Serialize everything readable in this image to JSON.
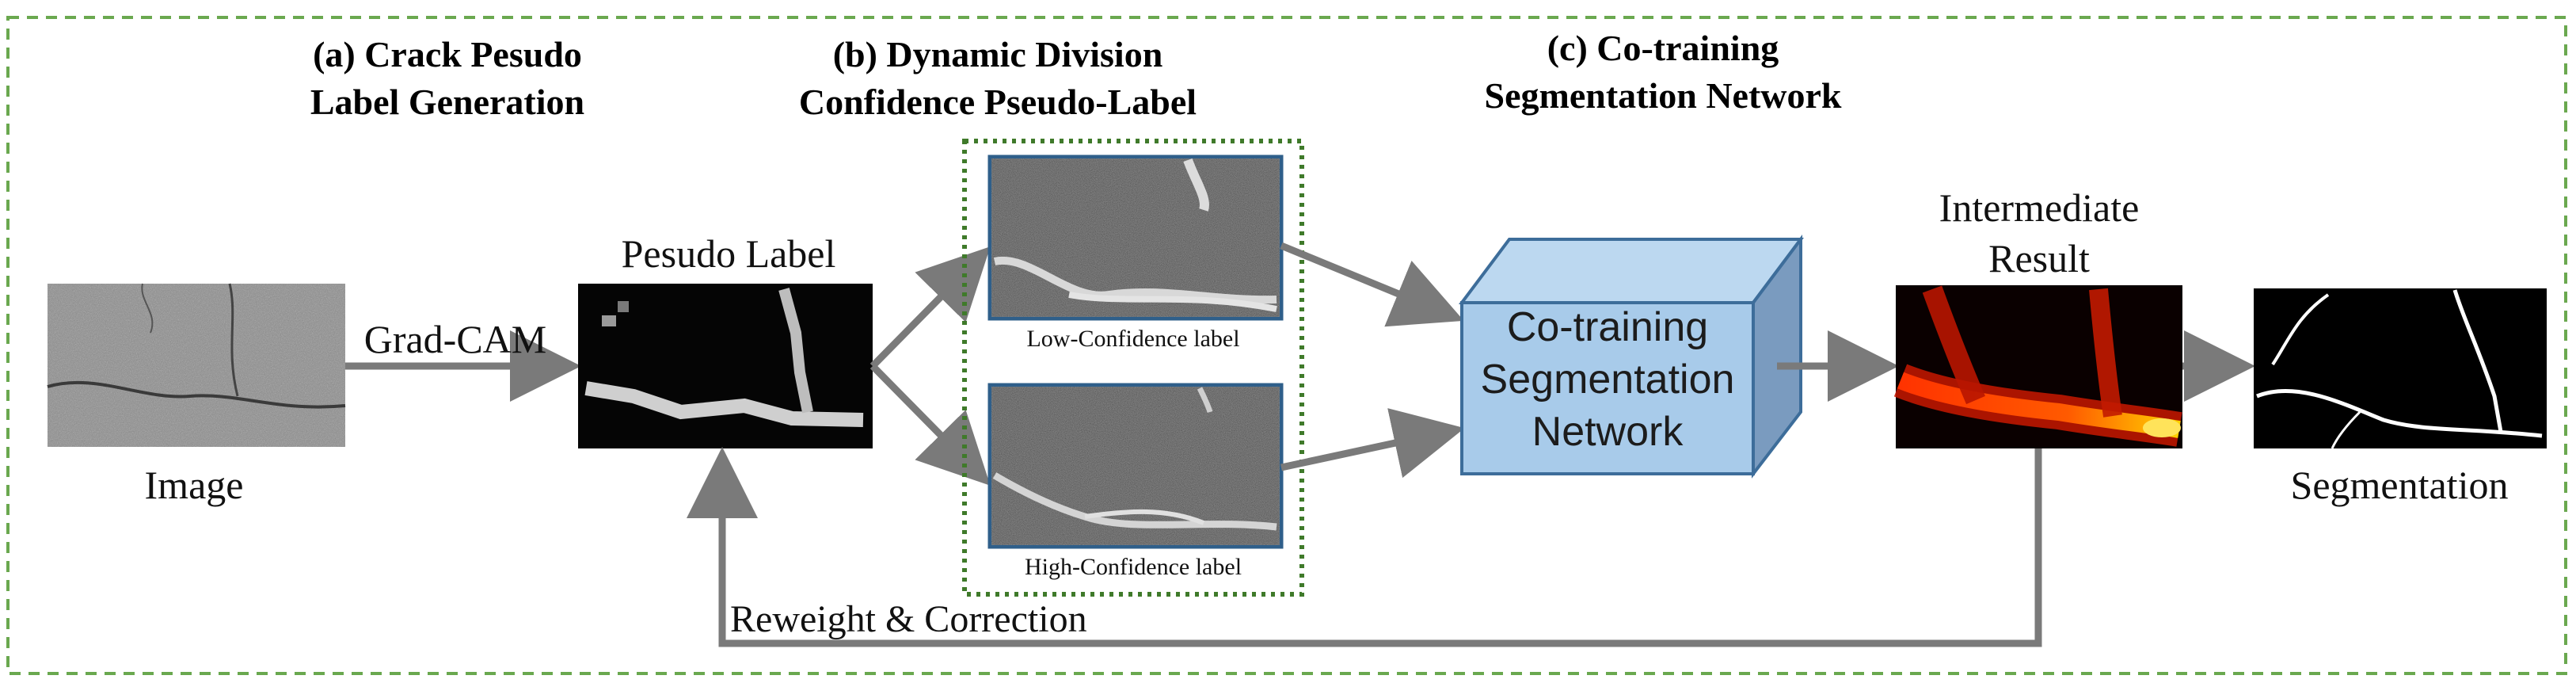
{
  "sections": {
    "a_line1": "(a) Crack Pesudo",
    "a_line2": "Label Generation",
    "b_line1": "(b) Dynamic Division",
    "b_line2": "Confidence Pseudo-Label",
    "c_line1": "(c) Co-training",
    "c_line2": "Segmentation Network"
  },
  "labels": {
    "image": "Image",
    "grad_cam": "Grad-CAM",
    "pseudo_label": "Pesudo Label",
    "low_conf": "Low-Confidence label",
    "high_conf": "High-Confidence label",
    "intermediate_l1": "Intermediate",
    "intermediate_l2": "Result",
    "segmentation": "Segmentation",
    "reweight": "Reweight & Correction"
  },
  "network": {
    "line1": "Co-training",
    "line2": "Segmentation",
    "line3": "Network"
  },
  "colors": {
    "frame_green": "#6aa84f",
    "box_dotted": "#3f7a2a",
    "arrow": "#7a7a7a",
    "cube_front": "#a8cbea",
    "cube_top": "#bcd8f0",
    "cube_side": "#7a9bbf",
    "cube_edge": "#3d6d9a",
    "thumb_border": "#2f5f8a"
  }
}
